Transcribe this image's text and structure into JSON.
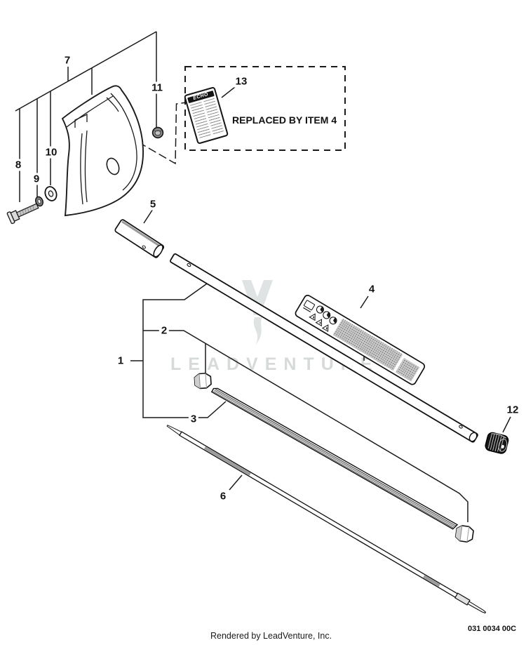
{
  "page": {
    "part_number": "031 0034 00C",
    "credit": "Rendered by LeadVenture, Inc.",
    "watermark": "LEADVENTURE"
  },
  "note": {
    "replaced": "REPLACED BY ITEM 4"
  },
  "sticker": {
    "brand": "ECHO"
  },
  "callouts": {
    "c1": "1",
    "c2": "2",
    "c3": "3",
    "c4": "4",
    "c5": "5",
    "c6": "6",
    "c7": "7",
    "c8": "8",
    "c9": "9",
    "c10": "10",
    "c11": "11",
    "c12": "12",
    "c13": "13"
  },
  "colors": {
    "line": "#1a1a1a",
    "watermark": "#d7dada",
    "dark_part": "#161616"
  }
}
